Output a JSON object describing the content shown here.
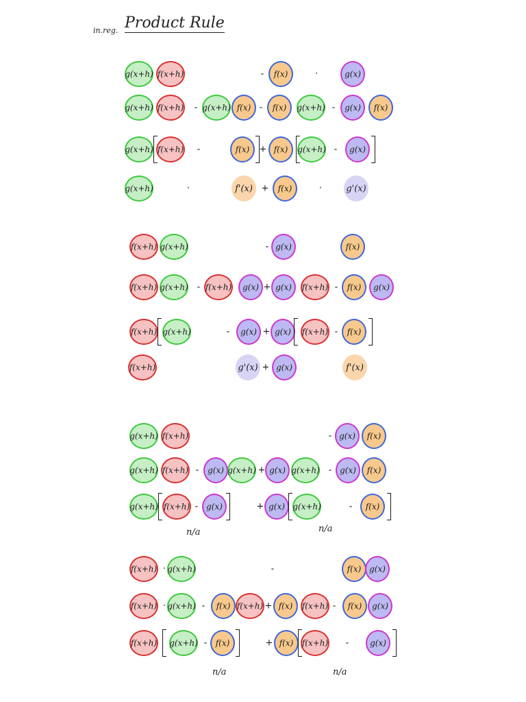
{
  "header": {
    "prefix": "in.reg.",
    "title": "Product Rule"
  },
  "symbols": {
    "g_x_plus_h": "g(x+h)",
    "f_x_plus_h": "f(x+h)",
    "f_x": "f(x)",
    "g_x": "g(x)",
    "f_prime_x": "f'(x)",
    "g_prime_x": "g'(x)"
  },
  "operators": {
    "minus": "-",
    "plus": "+",
    "dot": "·"
  },
  "notes": {
    "na": "n/a"
  },
  "colors": {
    "g_x_plus_h_ring": "#3cc83c",
    "f_x_plus_h_ring": "#d83030",
    "f_x_ring": "#3c64dc",
    "g_x_ring": "#cc35cc",
    "f_fill": "#f8c98c",
    "g_fill": "#bdb9f2"
  }
}
